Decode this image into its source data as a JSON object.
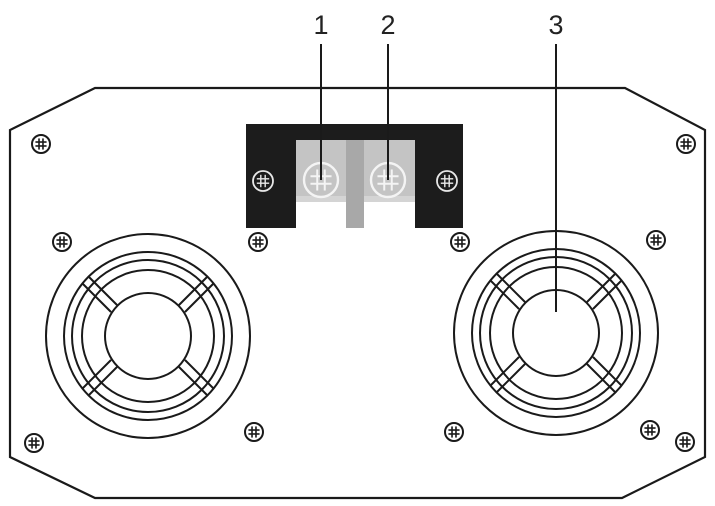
{
  "callouts": [
    {
      "number": "1",
      "target": "terminal-1"
    },
    {
      "number": "2",
      "target": "terminal-2"
    },
    {
      "number": "3",
      "target": "fan-right"
    }
  ],
  "colors": {
    "outline": "#1a1a1a",
    "terminal_block": "#1c1c1c",
    "terminal_metal": "#c4c4c4",
    "terminal_metal_dark": "#a8a8a8",
    "background": "#ffffff"
  }
}
